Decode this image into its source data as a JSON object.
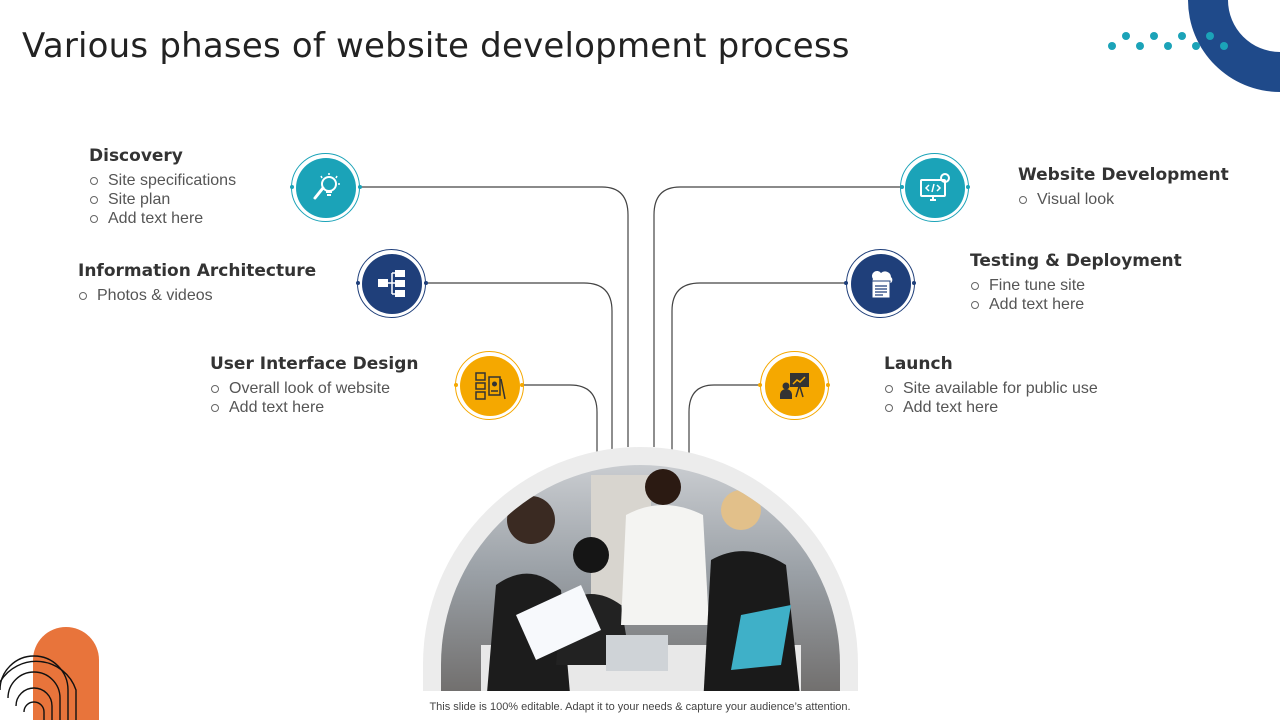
{
  "title": "Various phases of website development process",
  "footer": "This slide is 100% editable. Adapt it to your needs & capture your audience’s attention.",
  "phases": {
    "discovery": {
      "title": "Discovery",
      "items": [
        "Site specifications",
        "Site plan",
        "Add text here"
      ],
      "icon": "lightbulb-magnifier-icon",
      "color": "#1ba3b8"
    },
    "information_architecture": {
      "title": "Information Architecture",
      "items": [
        "Photos & videos"
      ],
      "icon": "sitemap-icon",
      "color": "#1f3f7a"
    },
    "ui_design": {
      "title": "User Interface Design",
      "items": [
        "Overall look of website",
        "Add text here"
      ],
      "icon": "wireframe-icon",
      "color": "#f5a800"
    },
    "website_development": {
      "title": "Website Development",
      "items": [
        "Visual look"
      ],
      "icon": "monitor-code-icon",
      "color": "#1ba3b8"
    },
    "testing_deployment": {
      "title": "Testing & Deployment",
      "items": [
        "Fine tune site",
        "Add text here"
      ],
      "icon": "cloud-document-icon",
      "color": "#1f3f7a"
    },
    "launch": {
      "title": "Launch",
      "items": [
        "Site available for public use",
        "Add text here"
      ],
      "icon": "presentation-board-icon",
      "color": "#f5a800"
    }
  }
}
